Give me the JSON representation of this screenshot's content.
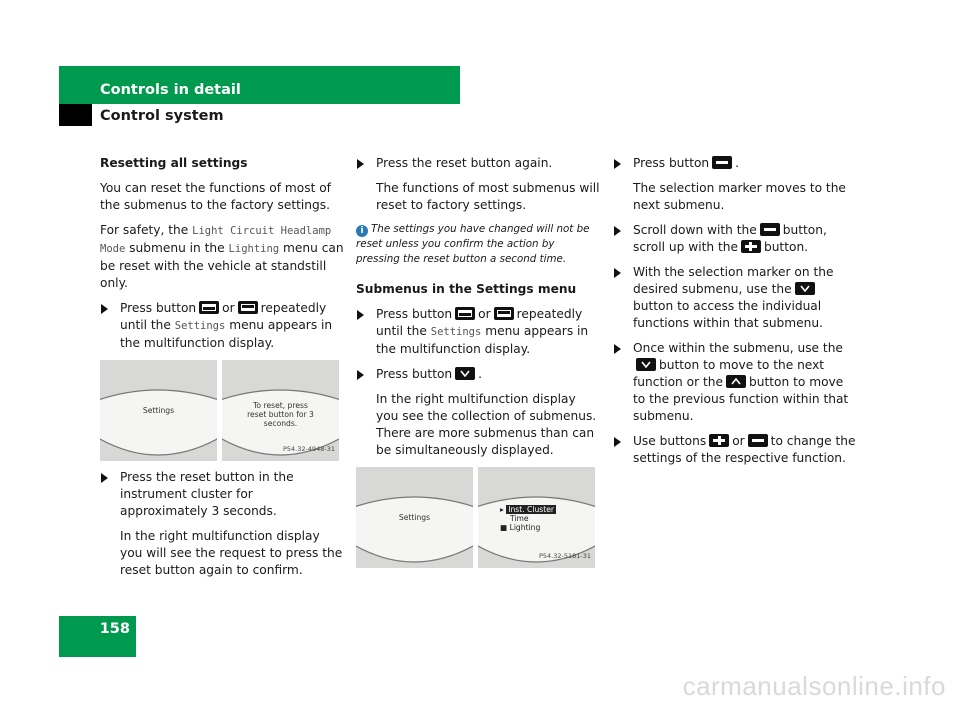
{
  "header": {
    "section": "Controls in detail",
    "subsection": "Control system"
  },
  "page_number": "158",
  "col1": {
    "heading": "Resetting all settings",
    "p1": "You can reset the functions of most of the submenus to the factory settings.",
    "p2_a": "For safety, the ",
    "p2_mono1": "Light Circuit Headlamp Mode",
    "p2_b": " submenu in the ",
    "p2_mono2": "Lighting",
    "p2_c": " menu can be reset with the vehicle at standstill only.",
    "step1_a": "Press button",
    "step1_or": "or",
    "step1_b": "repeatedly until the ",
    "step1_mono": "Settings",
    "step1_c": " menu appears in the multifunction display.",
    "fig_left_text": "Settings",
    "fig_right_text": "To reset, press reset button for 3 seconds.",
    "fig_ref": "P54.32-4948-31",
    "step2": "Press the reset button in the instrument cluster for approximately 3 seconds.",
    "step2_follow": "In the right multifunction display you will see the request to press the reset button again to confirm."
  },
  "col2": {
    "step3": "Press the reset button again.",
    "step3_follow": "The functions of most submenus will reset to factory settings.",
    "note": "The settings you have changed will not be reset unless you confirm the action by pressing the reset button a second time.",
    "heading": "Submenus in the Settings menu",
    "step4_a": "Press button",
    "step4_or": "or",
    "step4_b": "repeatedly until the ",
    "step4_mono": "Settings",
    "step4_c": " menu appears in the multifunction display.",
    "step5": "Press button",
    "step5_follow": "In the right multifunction display you see the collection of submenus. There are more submenus than can be simultaneously displayed.",
    "fig_left_text": "Settings",
    "menu_items": [
      "Inst. Cluster",
      "Time",
      "Lighting"
    ],
    "fig_ref": "P54.32-5181-31"
  },
  "col3": {
    "step6": "Press button",
    "step6_follow": "The selection marker moves to the next submenu.",
    "step7_a": "Scroll down with the",
    "step7_b": "button, scroll up with the",
    "step7_c": "button.",
    "step8_a": "With the selection marker on the desired submenu, use the",
    "step8_b": "button to access the individual functions within that submenu.",
    "step9_a": "Once within the submenu, use the",
    "step9_b": "button to move to the next function or the",
    "step9_c": "button to move to the previous function within that submenu.",
    "step10_a": "Use buttons",
    "step10_or": "or",
    "step10_b": "to change the settings of the respective function."
  },
  "watermark": "carmanualsonline.info"
}
